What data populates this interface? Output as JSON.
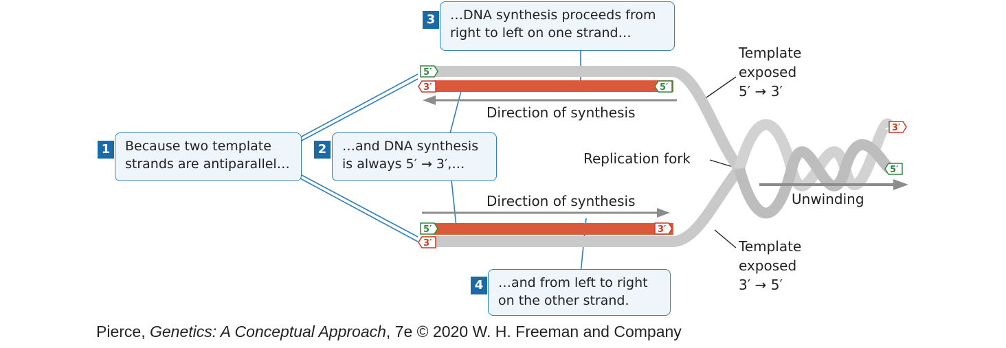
{
  "callouts": [
    {
      "number": "1",
      "lines": [
        "Because two template",
        "strands are antiparallel…"
      ]
    },
    {
      "number": "2",
      "lines": [
        "…and DNA synthesis",
        "is always 5′ → 3′,…"
      ]
    },
    {
      "number": "3",
      "lines": [
        "…DNA synthesis proceeds from",
        "right to left on one strand…"
      ]
    },
    {
      "number": "4",
      "lines": [
        "…and from left to right",
        "on the other strand."
      ]
    }
  ],
  "labels": {
    "direction_top": "Direction of synthesis",
    "direction_bottom": "Direction of synthesis",
    "replication_fork": "Replication fork",
    "unwinding": "Unwinding",
    "template_top": [
      "Template",
      "exposed",
      "5′ → 3′"
    ],
    "template_bottom": [
      "Template",
      "exposed",
      "3′ → 5′"
    ]
  },
  "end_tags": {
    "top_template_left": "5′",
    "top_new_left": "3′",
    "top_new_right": "5′",
    "bottom_new_left": "5′",
    "bottom_template_left": "3′",
    "bottom_new_right": "3′",
    "helix_top_right": "3′",
    "helix_bottom_right": "5′"
  },
  "credit": {
    "author": "Pierce, ",
    "title": "Genetics: A Conceptual Approach",
    "rest": ", 7e © 2020 W. H. Freeman and Company"
  },
  "colors": {
    "new_strand": "#d9593a",
    "template_strand": "#c9c9c9",
    "callout_border": "#2f7fbf",
    "callout_fill": "#eef6fc",
    "badge": "#1b6aa6",
    "tag_green": "#2e8b3e",
    "tag_red": "#cc3a2a"
  }
}
